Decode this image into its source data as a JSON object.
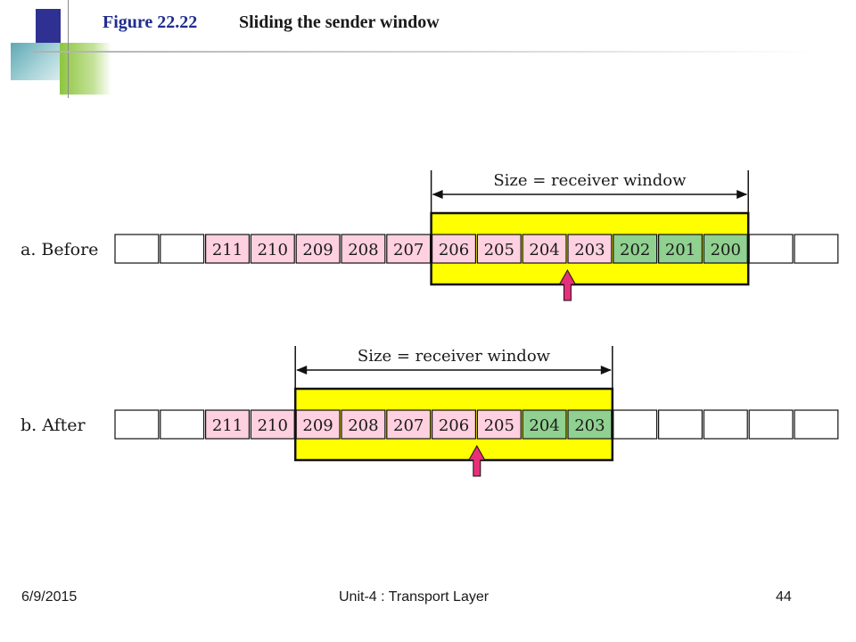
{
  "slide": {
    "figure_number": "Figure 22.22",
    "figure_title": "Sliding the sender window"
  },
  "diagram": {
    "colors": {
      "window_fill": "#ffff00",
      "sent_unacked": "#ffd0e0",
      "acked": "#90d090",
      "arrow": "#e8307a",
      "empty": "#ffffff"
    },
    "panels": [
      {
        "label": "a. Before",
        "window_label": "Size = receiver window",
        "cells": [
          "",
          "",
          "211",
          "210",
          "209",
          "208",
          "207",
          "206",
          "205",
          "204",
          "203",
          "202",
          "201",
          "200",
          "",
          ""
        ],
        "cell_states": [
          "empty",
          "empty",
          "pink",
          "pink",
          "pink",
          "pink",
          "pink",
          "pink",
          "pink",
          "pink",
          "pink",
          "green",
          "green",
          "green",
          "empty",
          "empty"
        ],
        "window_start_index": 7,
        "window_end_index": 13,
        "arrow_under_index": 10
      },
      {
        "label": "b. After",
        "window_label": "Size = receiver window",
        "cells": [
          "",
          "",
          "211",
          "210",
          "209",
          "208",
          "207",
          "206",
          "205",
          "204",
          "203",
          "",
          "",
          "",
          "",
          ""
        ],
        "cell_states": [
          "empty",
          "empty",
          "pink",
          "pink",
          "pink",
          "pink",
          "pink",
          "pink",
          "pink",
          "green",
          "green",
          "empty",
          "empty",
          "empty",
          "empty",
          "empty"
        ],
        "window_start_index": 4,
        "window_end_index": 10,
        "arrow_under_index": 8
      }
    ]
  },
  "footer": {
    "date": "6/9/2015",
    "center": "Unit-4 : Transport Layer",
    "page": "44"
  }
}
